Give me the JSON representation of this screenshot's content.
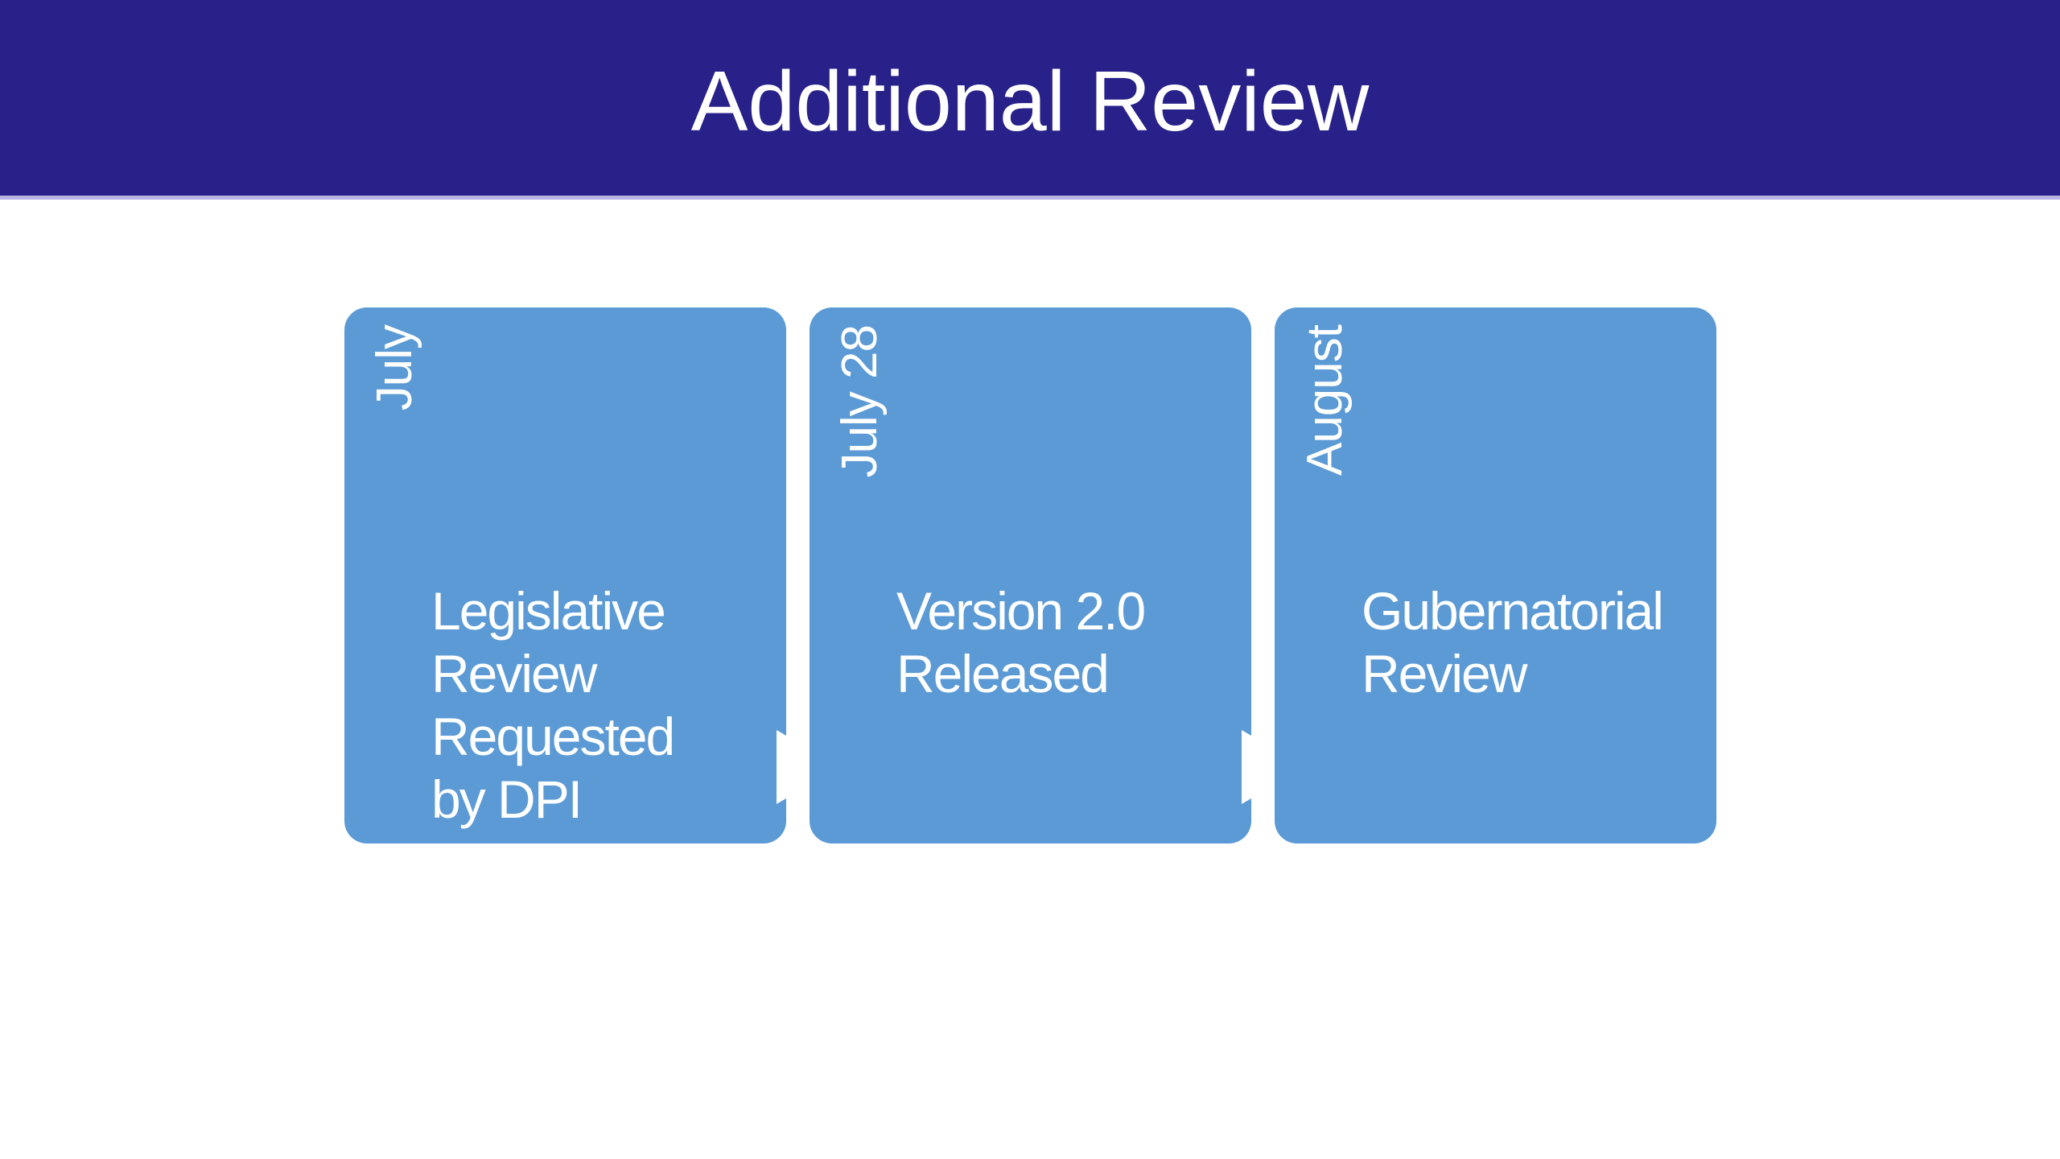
{
  "slide": {
    "title": "Additional Review"
  },
  "colors": {
    "header_bg": "#272189",
    "header_divider": "#b5b4e2",
    "canvas_bg": "#ffffff",
    "step_fill": "#5b9ad5",
    "text_on_blue": "#ffffff",
    "arrow": "#ffffff"
  },
  "process": {
    "type": "horizontal-process-timeline",
    "steps": [
      {
        "date": "July",
        "label": "Legislative\nReview\nRequested\nby DPI"
      },
      {
        "date": "July 28",
        "label": "Version 2.0\nReleased"
      },
      {
        "date": "August",
        "label": "Gubernatorial\nReview"
      }
    ],
    "connector": "right-arrow"
  }
}
